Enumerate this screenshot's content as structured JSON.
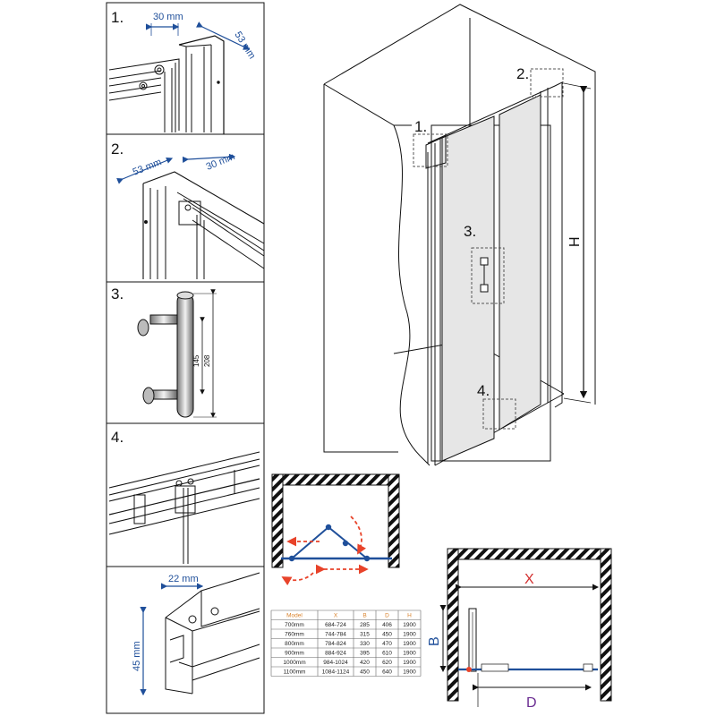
{
  "detail_panels": [
    {
      "number": "1.",
      "dim_a": "30 mm",
      "dim_b": "53 mm"
    },
    {
      "number": "2.",
      "dim_a": "53 mm",
      "dim_b": "30 mm"
    },
    {
      "number": "3.",
      "dim_a": "145",
      "dim_b": "208"
    },
    {
      "number": "4."
    },
    {
      "dim_a": "22 mm",
      "dim_b": "45 mm"
    }
  ],
  "main_view": {
    "callouts": [
      "1.",
      "2.",
      "3.",
      "4."
    ],
    "height_label": "H"
  },
  "plan_view": {
    "x_label": "X",
    "b_label": "B",
    "d_label": "D"
  },
  "size_table": {
    "headers": [
      "Model",
      "X",
      "B",
      "D",
      "H"
    ],
    "rows": [
      [
        "700mm",
        "684-724",
        "285",
        "406",
        "1900"
      ],
      [
        "760mm",
        "744-784",
        "315",
        "450",
        "1900"
      ],
      [
        "800mm",
        "784-824",
        "330",
        "470",
        "1900"
      ],
      [
        "900mm",
        "884-924",
        "395",
        "610",
        "1900"
      ],
      [
        "1000mm",
        "984-1024",
        "420",
        "620",
        "1900"
      ],
      [
        "1100mm",
        "1084-1124",
        "450",
        "640",
        "1900"
      ]
    ]
  },
  "colors": {
    "dimension_blue": "#1f4f9a",
    "fold_arrow_red": "#e8432a",
    "header_orange": "#d9822b",
    "label_purple": "#6a2c91",
    "label_blue": "#1f4f9a",
    "label_red": "#d32f2f"
  }
}
